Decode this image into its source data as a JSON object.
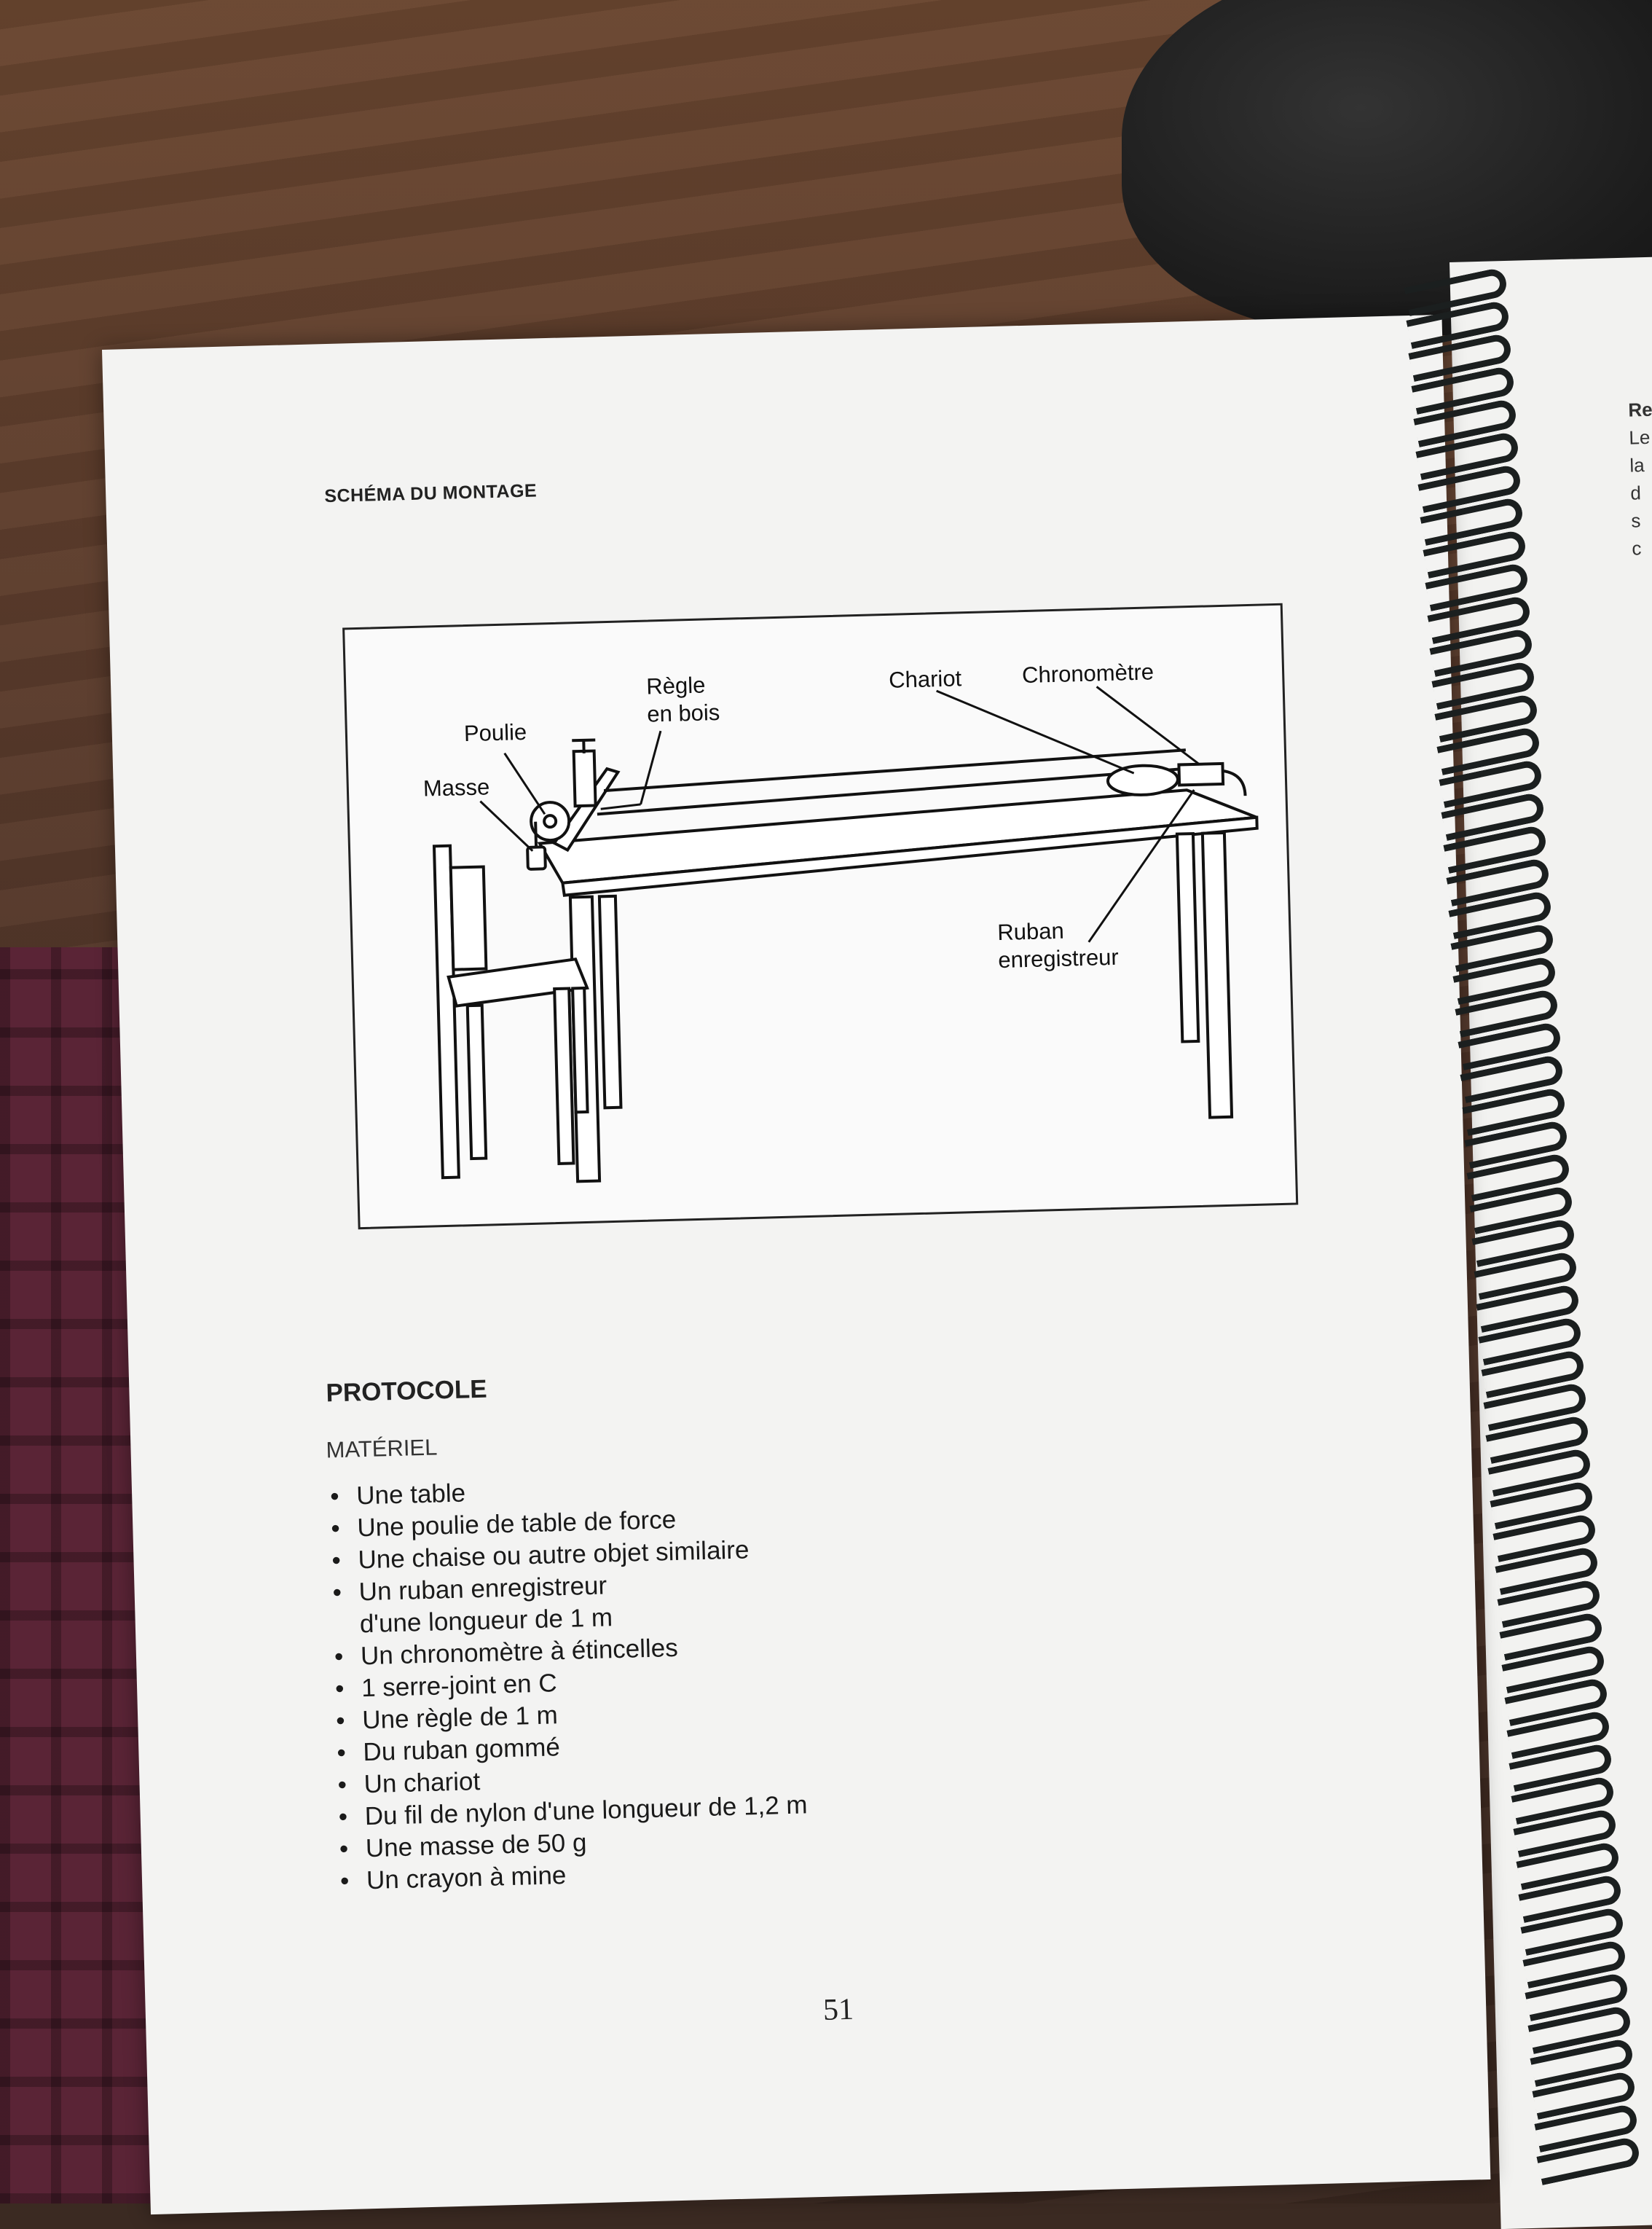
{
  "book_page": {
    "schema_title": "SCHÉMA DU MONTAGE",
    "figure_labels": {
      "regle": "Règle\nen bois",
      "poulie": "Poulie",
      "masse": "Masse",
      "chariot": "Chariot",
      "chronometre": "Chronomètre",
      "ruban": "Ruban\nenregistreur"
    },
    "protocole_title": "PROTOCOLE",
    "materiel_title": "MATÉRIEL",
    "bullet": "•",
    "materiel_items": [
      "Une table",
      "Une poulie de table de force",
      "Une chaise ou autre objet similaire",
      "Un ruban enregistreur\nd'une longueur de 1 m",
      "Un chronomètre à étincelles",
      "1 serre-joint en C",
      "Une règle de 1 m",
      "Du ruban gommé",
      "Un chariot",
      "Du fil de nylon d'une longueur de 1,2 m",
      "Une masse de 50 g",
      "Un crayon à mine"
    ],
    "page_number": "51"
  },
  "adjacent_page": {
    "edge_text": [
      "Re",
      "Le",
      "la",
      "d",
      "s",
      "c"
    ]
  }
}
